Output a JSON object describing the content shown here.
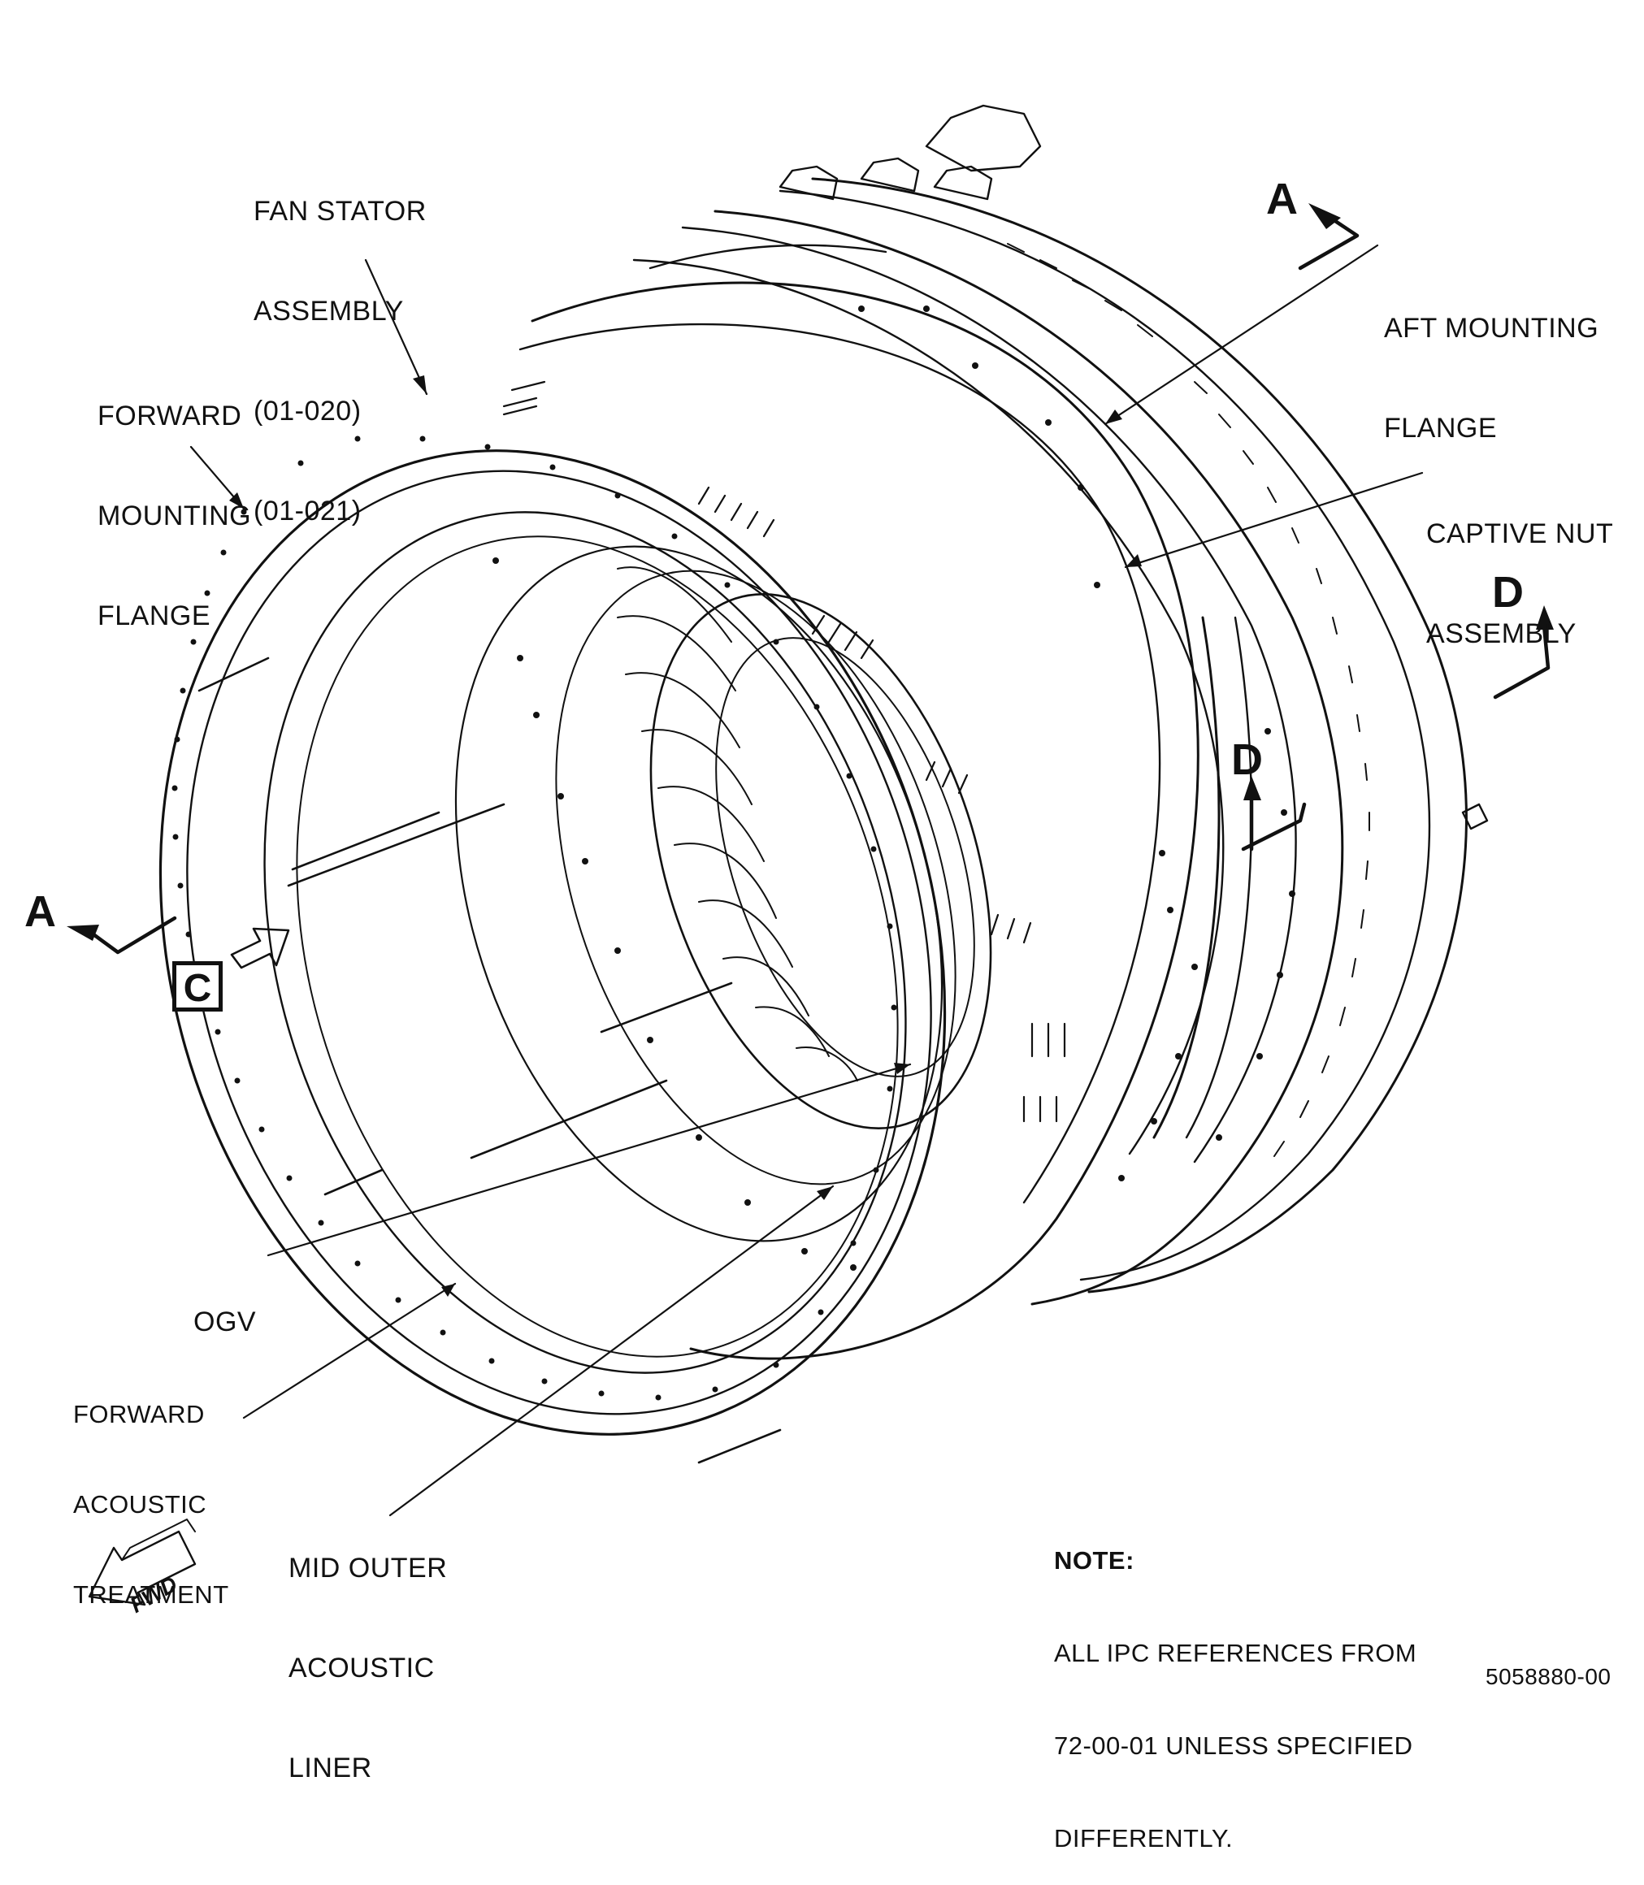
{
  "labels": {
    "fan_stator": [
      "FAN STATOR",
      "ASSEMBLY",
      "(01-020)",
      "(01-021)"
    ],
    "forward_mounting_flange": [
      "FORWARD",
      "MOUNTING",
      "FLANGE"
    ],
    "aft_mounting_flange": [
      "AFT MOUNTING",
      "FLANGE"
    ],
    "captive_nut": [
      "CAPTIVE NUT",
      "ASSEMBLY"
    ],
    "ogv": "OGV",
    "forward_acoustic": [
      "FORWARD",
      "ACOUSTIC",
      "TREATMENT"
    ],
    "mid_outer_liner": [
      "MID OUTER",
      "ACOUSTIC",
      "LINER"
    ]
  },
  "section_marks": {
    "a_top": "A",
    "a_left": "A",
    "d_right": "D",
    "d_mid": "D",
    "view_c": "C"
  },
  "note": {
    "heading": "NOTE:",
    "lines": [
      "ALL IPC REFERENCES FROM",
      "72-00-01 UNLESS SPECIFIED",
      "DIFFERENTLY."
    ]
  },
  "fwd_label": "FWD",
  "figure_number": "5058880-00"
}
